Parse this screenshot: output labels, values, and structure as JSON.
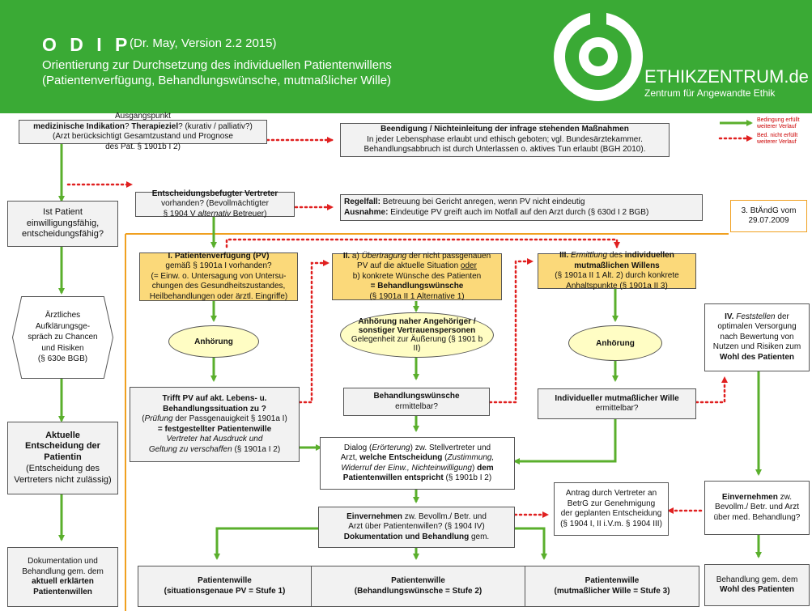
{
  "header": {
    "title": "O D I P",
    "version": "(Dr. May, Version 2.2  2015)",
    "line1": "Orientierung zur Durchsetzung des individuellen Patientenwillens",
    "line2": "(Patientenverfügung, Behandlungswünsche, mutmaßlicher Wille)",
    "logo_name": "ETHIKZENTRUM.de",
    "logo_sub": "Zentrum für Angewandte Ethik"
  },
  "legend": {
    "solid_label_1": "Bedingung erfüllt",
    "solid_label_2": "weiterer Verlauf",
    "dotted_label_1": "Bed. nicht erfüllt",
    "dotted_label_2": "weiterer Verlauf"
  },
  "colors": {
    "header": "#3aaa35",
    "arrow_green": "#5aaf2c",
    "arrow_red": "#e02020",
    "accent_orange": "#f0a020",
    "box_yellow": "#fbd97a",
    "ellipse": "#fffdc4"
  },
  "boxes": {
    "start": {
      "l1": "Ausgangspunkt",
      "l2b": "medizinische Indikation",
      "l2a": "? ",
      "l2c": "Therapieziel",
      "l2d": "? (kurativ / palliativ?)",
      "l3": "(Arzt berücksichtigt Gesamtzustand und Prognose",
      "l4": "des Pat. § 1901b I 2)"
    },
    "end_treat": {
      "l1": "Beendigung / Nichteinleitung der infrage stehenden Maßnahmen",
      "l2": "In jeder Lebensphase erlaubt und ethisch geboten; vgl. Bundesärztekammer.",
      "l3": "Behandlungsabbruch ist durch Unterlassen o. aktives Tun erlaubt (BGH 2010)."
    },
    "vertreter": {
      "l1": "Entscheidungsbefugter Vertreter",
      "l2": "vorhanden? (Bevollmächtigter",
      "l3a": "§ 1904 V ",
      "l3b": "alternativ",
      "l3c": " Betreuer)"
    },
    "regelfall": {
      "l1a": "Regelfall:",
      "l1b": " Betreuung bei Gericht anregen, wenn PV nicht eindeutig",
      "l2a": "Ausnahme:",
      "l2b": " Eindeutige PV greift auch im Notfall auf den Arzt durch (§ 630d I 2 BGB)"
    },
    "btandg": {
      "l1": "3. BtÄndG vom",
      "l2": "29.07.2009"
    },
    "einwilligung": {
      "l1": "Ist Patient",
      "l2": "einwilligungsfähig,",
      "l3": "entscheidungsfähig?"
    },
    "aufklaerung": {
      "l1": "Ärztliches",
      "l2": "Aufklärungsge-",
      "l3": "spräch zu Chancen",
      "l4": "und Risiken",
      "l5": "(§ 630e BGB)"
    },
    "aktuelle": {
      "l1": "Aktuelle",
      "l2": "Entscheidung der",
      "l3": "Patientin",
      "l4": "(Entscheidung des",
      "l5": "Vertreters nicht zulässig)"
    },
    "doku_left": {
      "l1": "Dokumentation und",
      "l2": "Behandlung gem. dem",
      "l3": "aktuell erklärten",
      "l4": "Patientenwillen"
    },
    "pv": {
      "l1": "I. Patientenverfügung (PV)",
      "l2": "gemäß § 1901a I vorhanden?",
      "l3": "(= Einw. o. Untersagung von Untersu-",
      "l4": "chungen des Gesundheitszustandes,",
      "l5": "Heilbehandlungen oder ärztl. Eingriffe)"
    },
    "bw": {
      "l1a": "II.",
      "l1b": " a) ",
      "l1c": "Übertragung",
      "l1d": " der nicht passgenauen",
      "l2a": "PV auf die aktuelle Situation ",
      "l2b": "oder",
      "l3": "b) konkrete Wünsche des Patienten",
      "l4": "=   Behandlungswünsche",
      "l5": "(§ 1901a II 1 Alternative 1)"
    },
    "mw": {
      "l1a": "III.",
      "l1b": " Ermittlung",
      "l1c": " des ",
      "l1d": "individuellen",
      "l2": "mutmaßlichen Willens",
      "l3": "(§ 1901a II 1 Alt. 2) durch konkrete",
      "l4": "Anhaltspunkte (§ 1901a II 3)"
    },
    "feststellen": {
      "l1a": "IV.",
      "l1b": " Feststellen",
      "l1c": " der",
      "l2": "optimalen Versorgung",
      "l3": "nach Bewertung von",
      "l4": "Nutzen und Risiken zum",
      "l5": "Wohl des Patienten"
    },
    "anhoerung1": {
      "l1": "Anhörung"
    },
    "anhoerung_nahe": {
      "l1": "Anhörung naher Angehöriger /",
      "l2": "sonstiger Vertrauenspersonen",
      "l3": "Gelegenheit zur Äußerung (§ 1901 b II)"
    },
    "anhoerung3": {
      "l1": "Anhörung"
    },
    "trifft": {
      "l1": "Trifft PV auf akt. Lebens- u.",
      "l2": "Behandlungssituation zu ?",
      "l3a": "(",
      "l3b": "Prüfung",
      "l3c": " der Passgenauigkeit § 1901a I)",
      "l4": "=   festgestellter Patientenwille",
      "l5": "Vertreter hat Ausdruck und",
      "l6": "Geltung zu verschaffen",
      "l6b": " (§ 1901a I 2)"
    },
    "bw_ermittelbar": {
      "l1": "Behandlungswünsche",
      "l2": "ermittelbar?"
    },
    "mw_ermittelbar": {
      "l1": "Individueller mutmaßlicher Wille",
      "l2": "ermittelbar?"
    },
    "dialog": {
      "l1a": "Dialog (",
      "l1b": "Erörterung",
      "l1c": ") zw. Stellvertreter und",
      "l2a": "Arzt, ",
      "l2b": "welche Entscheidung",
      "l2c": " (",
      "l2d": "Zustimmung,",
      "l3": "Widerruf der Einw., Nichteinwilligung",
      "l3b": ") ",
      "l3c": "dem",
      "l4": "Patientenwillen entspricht",
      "l4b": " (§ 1901b I 2)"
    },
    "antrag": {
      "l1": "Antrag durch Vertreter an",
      "l2": "BetrG zur Genehmigung",
      "l3": "der geplanten Entscheidung",
      "l4": "(§ 1904 I, II i.V.m. § 1904 III)"
    },
    "einvernehmen_mid": {
      "l1a": "Einvernehmen",
      "l1b": " zw. Bevollm./ Betr. und",
      "l2": "Arzt über Patientenwillen? (§ 1904 IV)",
      "l3a": "Dokumentation und Behandlung",
      "l3b": " gem."
    },
    "einvernehmen_right": {
      "l1a": "Einvernehmen",
      "l1b": " zw.",
      "l2": "Bevollm./ Betr. und Arzt",
      "l3": "über med. Behandlung?"
    },
    "stufe1": {
      "l1": "Patientenwille",
      "l2": "(situationsgenaue PV = Stufe 1)"
    },
    "stufe2": {
      "l1": "Patientenwille",
      "l2": "(Behandlungswünsche = Stufe 2)"
    },
    "stufe3": {
      "l1": "Patientenwille",
      "l2": "(mutmaßlicher Wille = Stufe 3)"
    },
    "wohl": {
      "l1": "Behandlung gem. dem",
      "l2": "Wohl des Patienten"
    }
  }
}
